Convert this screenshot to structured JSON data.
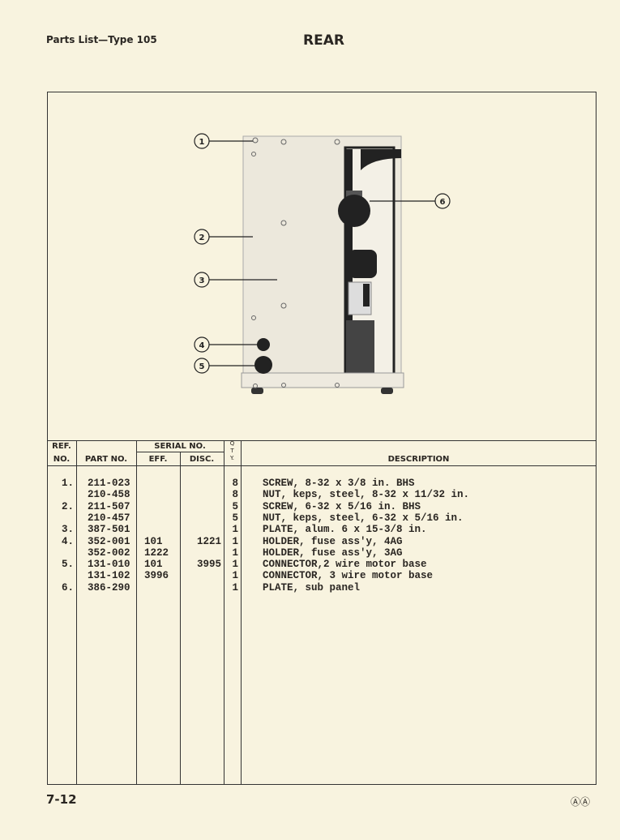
{
  "header": {
    "left": "Parts List—Type 105",
    "title": "REAR"
  },
  "figure": {
    "callouts": [
      "1",
      "2",
      "3",
      "4",
      "5",
      "6"
    ]
  },
  "table": {
    "headers": {
      "ref_top": "REF.",
      "ref_bottom": "NO.",
      "part": "PART NO.",
      "serial": "SERIAL NO.",
      "eff": "EFF.",
      "disc": "DISC.",
      "qty": [
        "Q",
        "T",
        "Y."
      ],
      "desc": "DESCRIPTION"
    },
    "rows": [
      {
        "ref": "1.",
        "part": "211-023",
        "eff": "",
        "disc": "",
        "qty": "8",
        "desc": "SCREW, 8-32 x 3/8 in. BHS"
      },
      {
        "ref": "",
        "part": "210-458",
        "eff": "",
        "disc": "",
        "qty": "8",
        "desc": "NUT, keps, steel, 8-32 x 11/32 in."
      },
      {
        "ref": "2.",
        "part": "211-507",
        "eff": "",
        "disc": "",
        "qty": "5",
        "desc": "SCREW, 6-32 x 5/16 in. BHS"
      },
      {
        "ref": "",
        "part": "210-457",
        "eff": "",
        "disc": "",
        "qty": "5",
        "desc": "NUT, keps, steel, 6-32 x 5/16 in."
      },
      {
        "ref": "3.",
        "part": "387-501",
        "eff": "",
        "disc": "",
        "qty": "1",
        "desc": "PLATE, alum. 6 x 15-3/8 in."
      },
      {
        "ref": "4.",
        "part": "352-001",
        "eff": "101",
        "disc": "1221",
        "qty": "1",
        "desc": "HOLDER, fuse ass'y, 4AG"
      },
      {
        "ref": "",
        "part": "352-002",
        "eff": "1222",
        "disc": "",
        "qty": "1",
        "desc": "HOLDER, fuse ass'y, 3AG"
      },
      {
        "ref": "5.",
        "part": "131-010",
        "eff": "101",
        "disc": "3995",
        "qty": "1",
        "desc": "CONNECTOR,2 wire motor base"
      },
      {
        "ref": "",
        "part": "131-102",
        "eff": "3996",
        "disc": "",
        "qty": "1",
        "desc": "CONNECTOR, 3 wire motor base"
      },
      {
        "ref": "6.",
        "part": "386-290",
        "eff": "",
        "disc": "",
        "qty": "1",
        "desc": "PLATE, sub panel"
      }
    ]
  },
  "footer": {
    "page": "7-12",
    "logo": "ⒶⒶ"
  }
}
